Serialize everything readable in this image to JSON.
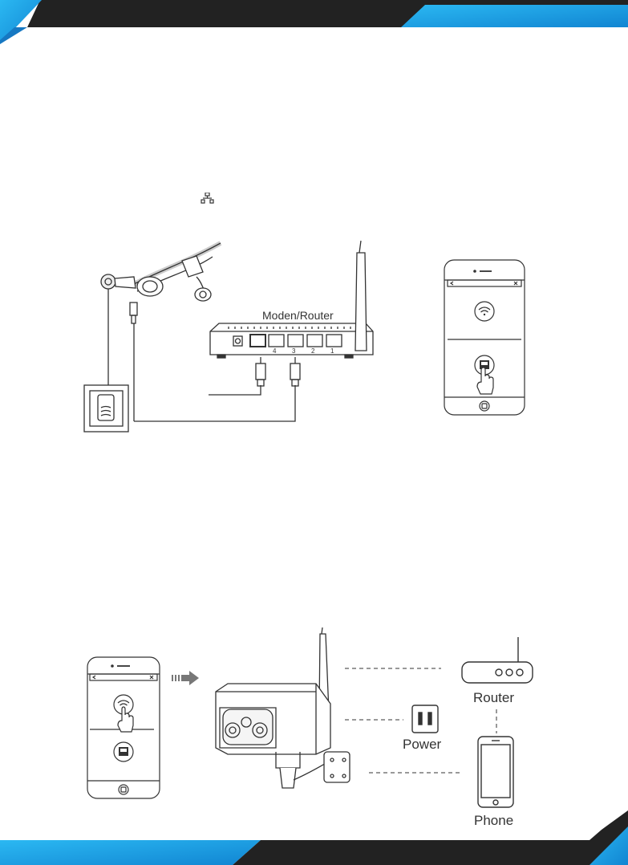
{
  "diagram_wired": {
    "router_label": "Moden/Router",
    "port_labels": [
      "4",
      "3",
      "2",
      "1"
    ]
  },
  "diagram_wireless": {
    "router_label": "Router",
    "power_label": "Power",
    "phone_label": "Phone"
  },
  "icons": [
    "network-icon",
    "wifi-icon",
    "ethernet-icon",
    "hand-pointer-icon",
    "arrow-icon"
  ],
  "colors": {
    "accent_blue": "#1aa3e8",
    "bar_dark": "#222222"
  }
}
